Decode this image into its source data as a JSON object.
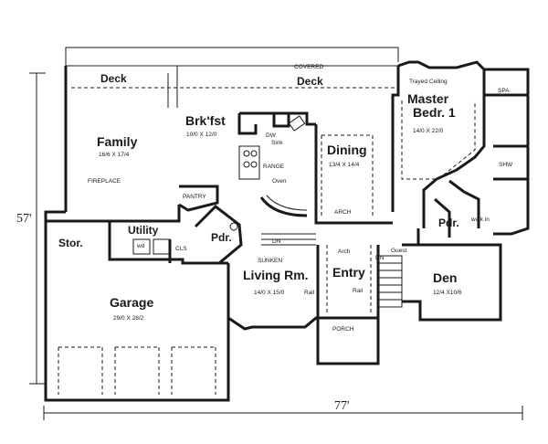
{
  "rooms": {
    "deck_left": {
      "name": "Deck"
    },
    "deck_covered": {
      "name": "Deck",
      "note": "COVERED"
    },
    "master": {
      "name_line1": "Master",
      "name_line2": "Bedr. 1",
      "size": "14/0 X 22/0",
      "ceiling": "Trayed Ceiling"
    },
    "spa": {
      "name": "SPA"
    },
    "shower": {
      "name": "SHW"
    },
    "walk_in": {
      "name": "walk in"
    },
    "breakfast": {
      "name": "Brk'fst",
      "size": "10/0 X 12/0"
    },
    "family": {
      "name": "Family",
      "size": "16/6 X 17/4",
      "fireplace": "FIREPLACE"
    },
    "dining": {
      "name": "Dining",
      "size": "13/4 X 14/4"
    },
    "kitchen": {
      "dw": "DW",
      "sink": "Sink",
      "range": "RANGE",
      "oven": "Oven"
    },
    "pantry": {
      "name": "PANTRY"
    },
    "arch_dining": {
      "name": "ARCH"
    },
    "utility": {
      "name": "Utility",
      "wd": "wd"
    },
    "storage": {
      "name": "Stor."
    },
    "closet": {
      "name": "CLS"
    },
    "powder_left": {
      "name": "Pdr."
    },
    "powder_right": {
      "name": "Pdr."
    },
    "living": {
      "name": "Living Rm.",
      "size": "14/0 X 15/0",
      "note": "SUNKEN",
      "stair_dn": "DN",
      "rail": "Rail"
    },
    "entry": {
      "name": "Entry",
      "arch": "Arch",
      "rail": "Rail",
      "dn": "DN",
      "guest": "Guest"
    },
    "den": {
      "name": "Den",
      "size": "12/4 X10/6"
    },
    "garage": {
      "name": "Garage",
      "size": "29/0 X 28/2"
    },
    "porch": {
      "name": "PORCH"
    }
  },
  "dimensions": {
    "depth": "57'",
    "width": "77'"
  }
}
